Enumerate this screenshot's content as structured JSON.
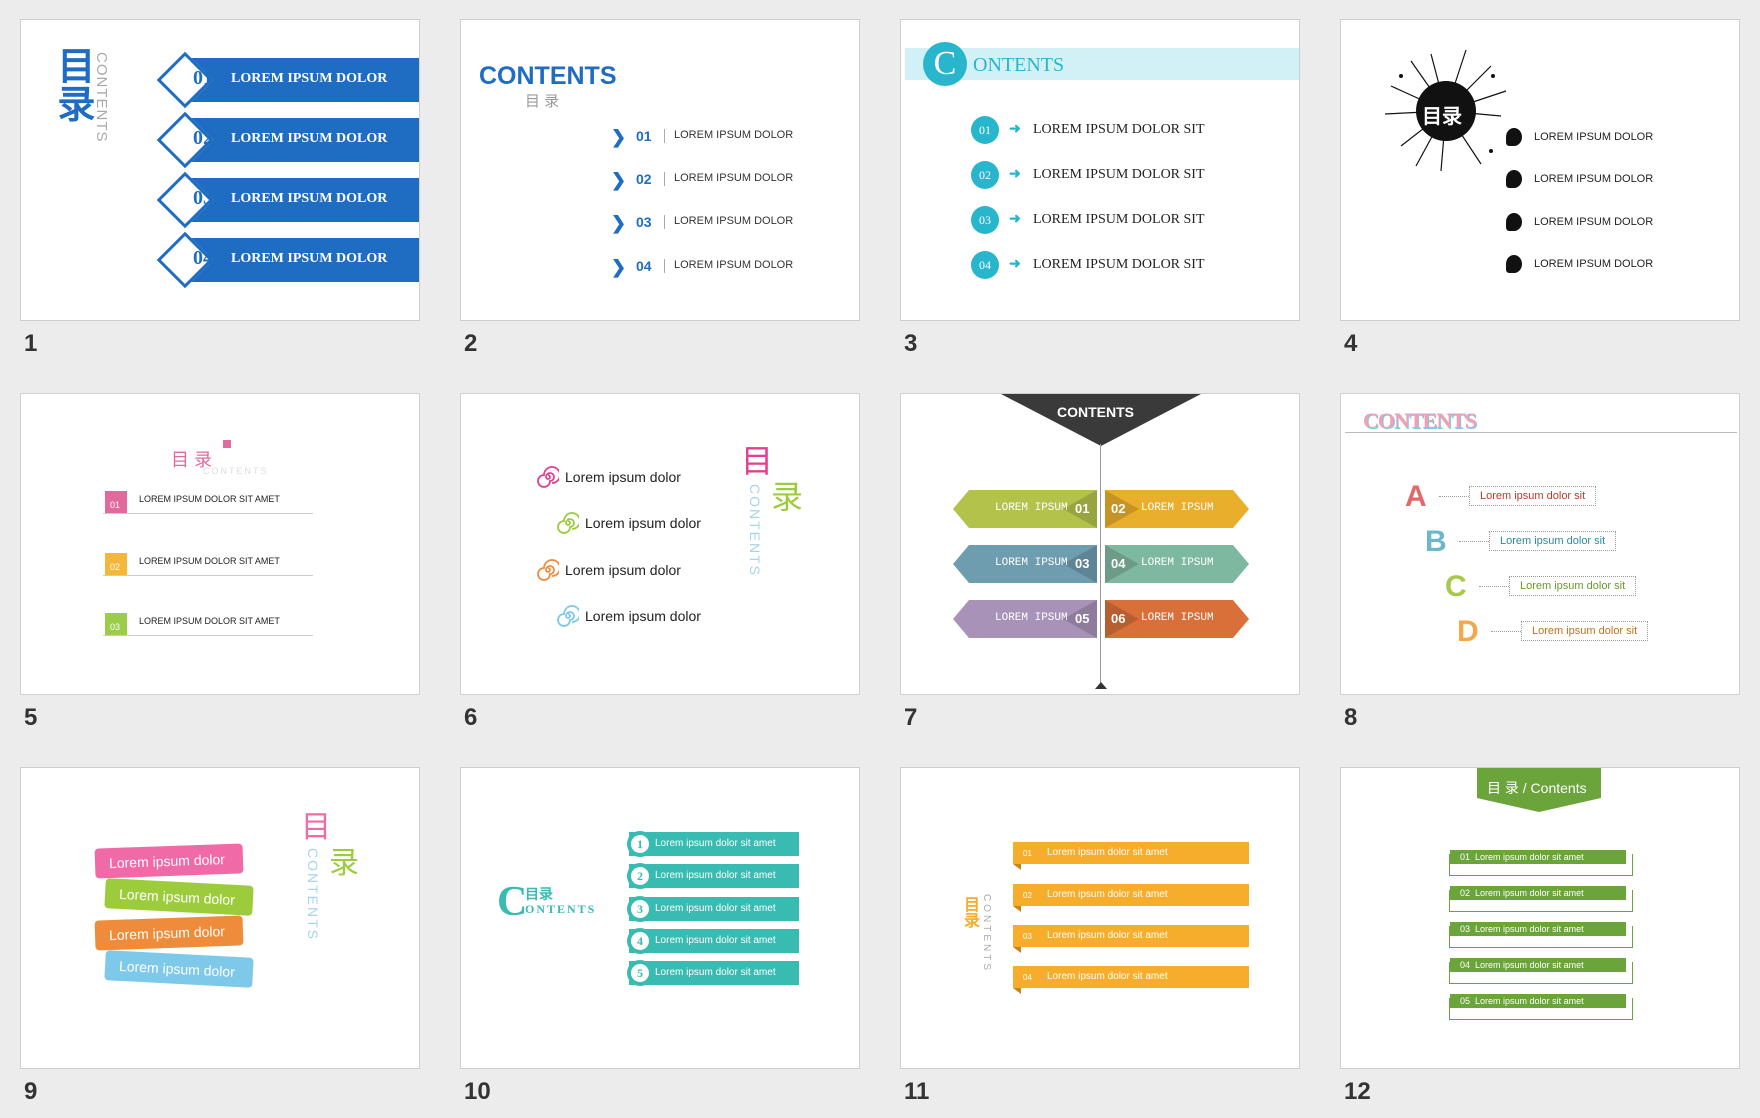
{
  "slide_numbers": [
    "1",
    "2",
    "3",
    "4",
    "5",
    "6",
    "7",
    "8",
    "9",
    "10",
    "11",
    "12"
  ],
  "s1": {
    "title": "目录",
    "subtitle": "CONTENTS",
    "items": [
      {
        "num": "01",
        "label": "LOREM IPSUM DOLOR"
      },
      {
        "num": "02",
        "label": "LOREM IPSUM DOLOR"
      },
      {
        "num": "03",
        "label": "LOREM IPSUM DOLOR"
      },
      {
        "num": "04",
        "label": "LOREM IPSUM DOLOR"
      }
    ]
  },
  "s2": {
    "title": "CONTENTS",
    "subtitle": "目 录",
    "items": [
      {
        "num": "01",
        "label": "LOREM IPSUM DOLOR"
      },
      {
        "num": "02",
        "label": "LOREM IPSUM DOLOR"
      },
      {
        "num": "03",
        "label": "LOREM IPSUM DOLOR"
      },
      {
        "num": "04",
        "label": "LOREM IPSUM DOLOR"
      }
    ]
  },
  "s3": {
    "title_letter": "C",
    "title_rest": "ONTENTS",
    "items": [
      {
        "num": "01",
        "label": "LOREM IPSUM DOLOR SIT"
      },
      {
        "num": "02",
        "label": "LOREM IPSUM DOLOR SIT"
      },
      {
        "num": "03",
        "label": "LOREM IPSUM DOLOR SIT"
      },
      {
        "num": "04",
        "label": "LOREM IPSUM DOLOR SIT"
      }
    ]
  },
  "s4": {
    "title": "目录",
    "items": [
      "LOREM IPSUM DOLOR",
      "LOREM IPSUM DOLOR",
      "LOREM IPSUM DOLOR",
      "LOREM IPSUM DOLOR"
    ]
  },
  "s5": {
    "title": "目 录",
    "subtitle": "CONTENTS",
    "items": [
      {
        "num": "01",
        "label": "LOREM IPSUM DOLOR SIT AMET",
        "color": "#e06a9e"
      },
      {
        "num": "02",
        "label": "LOREM IPSUM DOLOR SIT AMET",
        "color": "#f4b63c"
      },
      {
        "num": "03",
        "label": "LOREM IPSUM DOLOR SIT AMET",
        "color": "#9ccc4a"
      }
    ]
  },
  "s6": {
    "title_1": "目",
    "title_2": "录",
    "subtitle": "CONTENTS",
    "items": [
      {
        "label": "Lorem ipsum dolor",
        "color": "#e0408f"
      },
      {
        "label": "Lorem ipsum dolor",
        "color": "#9ccc3c"
      },
      {
        "label": "Lorem ipsum dolor",
        "color": "#ef8c3c"
      },
      {
        "label": "Lorem ipsum dolor",
        "color": "#7ec8ea"
      }
    ]
  },
  "s7": {
    "title": "CONTENTS",
    "items": [
      {
        "num": "01",
        "label": "LOREM IPSUM",
        "color": "#b3c24a"
      },
      {
        "num": "02",
        "label": "LOREM IPSUM",
        "color": "#e8ae2c"
      },
      {
        "num": "03",
        "label": "LOREM IPSUM",
        "color": "#6f9db0"
      },
      {
        "num": "04",
        "label": "LOREM IPSUM",
        "color": "#7fb8a0"
      },
      {
        "num": "05",
        "label": "LOREM IPSUM",
        "color": "#a892b8"
      },
      {
        "num": "06",
        "label": "LOREM IPSUM",
        "color": "#d9703a"
      }
    ]
  },
  "s8": {
    "title": "CONTENTS",
    "items": [
      {
        "letter": "A",
        "label": "Lorem ipsum dolor sit",
        "color": "#e06a6a",
        "text_color": "#c0392b"
      },
      {
        "letter": "B",
        "label": "Lorem ipsum dolor sit",
        "color": "#6ab8c8",
        "text_color": "#2a8a9a"
      },
      {
        "letter": "C",
        "label": "Lorem ipsum dolor sit",
        "color": "#a8c84a",
        "text_color": "#6a9a2a"
      },
      {
        "letter": "D",
        "label": "Lorem ipsum dolor sit",
        "color": "#f4a84a",
        "text_color": "#c0701a"
      }
    ]
  },
  "s9": {
    "title_1": "目",
    "title_2": "录",
    "subtitle": "CONTENTS",
    "items": [
      {
        "label": "Lorem ipsum dolor",
        "color": "#f06aa8"
      },
      {
        "label": "Lorem ipsum dolor",
        "color": "#9ccc3c"
      },
      {
        "label": "Lorem ipsum dolor",
        "color": "#ef8c3c"
      },
      {
        "label": "Lorem ipsum dolor",
        "color": "#7ec8ea"
      }
    ]
  },
  "s10": {
    "title_letter": "C",
    "title_cn": "目录",
    "title_rest": "ONTENTS",
    "items": [
      {
        "num": "1",
        "label": "Lorem ipsum dolor sit amet"
      },
      {
        "num": "2",
        "label": "Lorem ipsum dolor sit amet"
      },
      {
        "num": "3",
        "label": "Lorem ipsum dolor sit amet"
      },
      {
        "num": "4",
        "label": "Lorem ipsum dolor sit amet"
      },
      {
        "num": "5",
        "label": "Lorem ipsum dolor sit amet"
      }
    ]
  },
  "s11": {
    "title": "目录",
    "subtitle": "CONTENTS",
    "items": [
      {
        "num": "01",
        "label": "Lorem ipsum dolor sit amet"
      },
      {
        "num": "02",
        "label": "Lorem ipsum dolor sit amet"
      },
      {
        "num": "03",
        "label": "Lorem ipsum dolor sit amet"
      },
      {
        "num": "04",
        "label": "Lorem ipsum dolor sit amet"
      }
    ]
  },
  "s12": {
    "title": "目 录 / Contents",
    "items": [
      {
        "num": "01",
        "label": "Lorem ipsum dolor sit amet"
      },
      {
        "num": "02",
        "label": "Lorem ipsum dolor sit amet"
      },
      {
        "num": "03",
        "label": "Lorem ipsum dolor sit amet"
      },
      {
        "num": "04",
        "label": "Lorem ipsum dolor sit amet"
      },
      {
        "num": "05",
        "label": "Lorem ipsum dolor sit amet"
      }
    ]
  },
  "colors": {
    "blue": "#1e6dc2",
    "cyan": "#27b6cc",
    "teal": "#39bbb1",
    "orange": "#f7ad2c",
    "green": "#6aa43a"
  }
}
